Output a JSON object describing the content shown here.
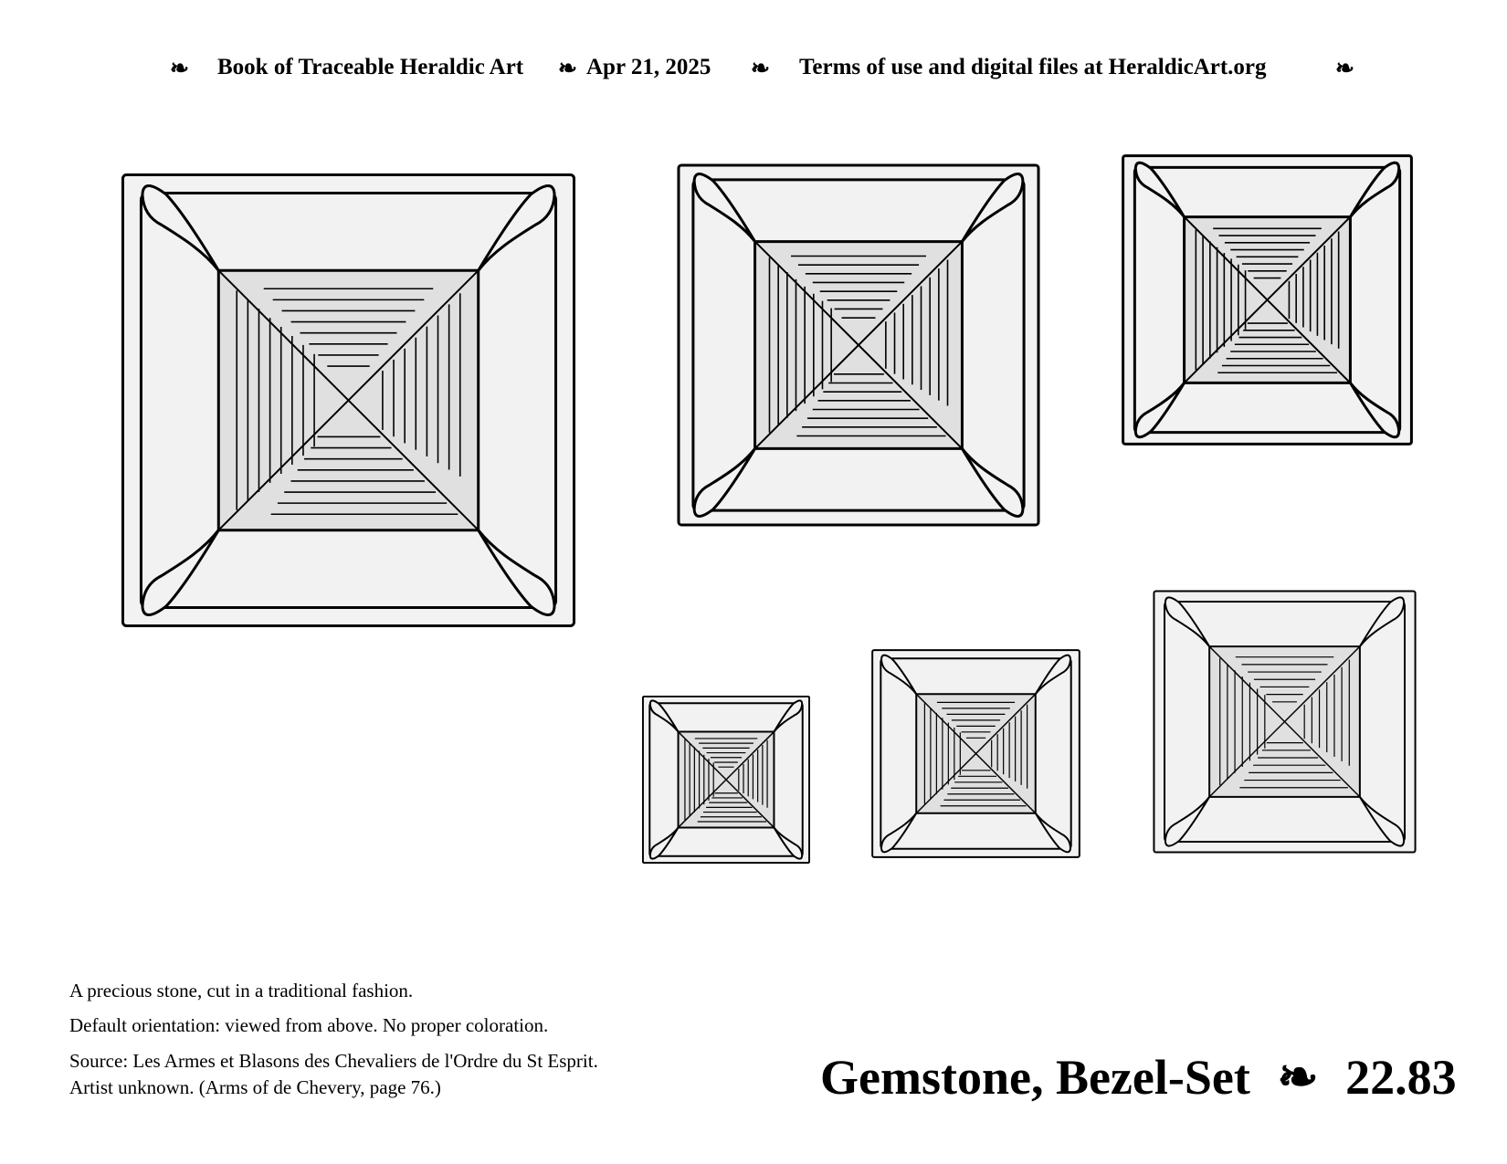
{
  "header": {
    "ornament": "❧",
    "book_title": "Book of Traceable Heraldic Art",
    "date": "Apr 21, 2025",
    "terms": "Terms of use and digital files at HeraldicArt.org"
  },
  "caption": {
    "line1": "A precious stone, cut in a traditional fashion.",
    "line2": "Default orientation: viewed from above. No proper coloration.",
    "line3": "Source: Les Armes et Blasons des Chevaliers de l'Ordre du St Esprit.",
    "line4": "Artist unknown. (Arms of de Chevery, page 76.)"
  },
  "title": {
    "name": "Gemstone, Bezel-Set",
    "ornament": "❧",
    "number": "22.83"
  },
  "colors": {
    "bezel_fill": "#f2f2f2",
    "table_fill": "#e0e0e0",
    "stroke": "#000000"
  }
}
